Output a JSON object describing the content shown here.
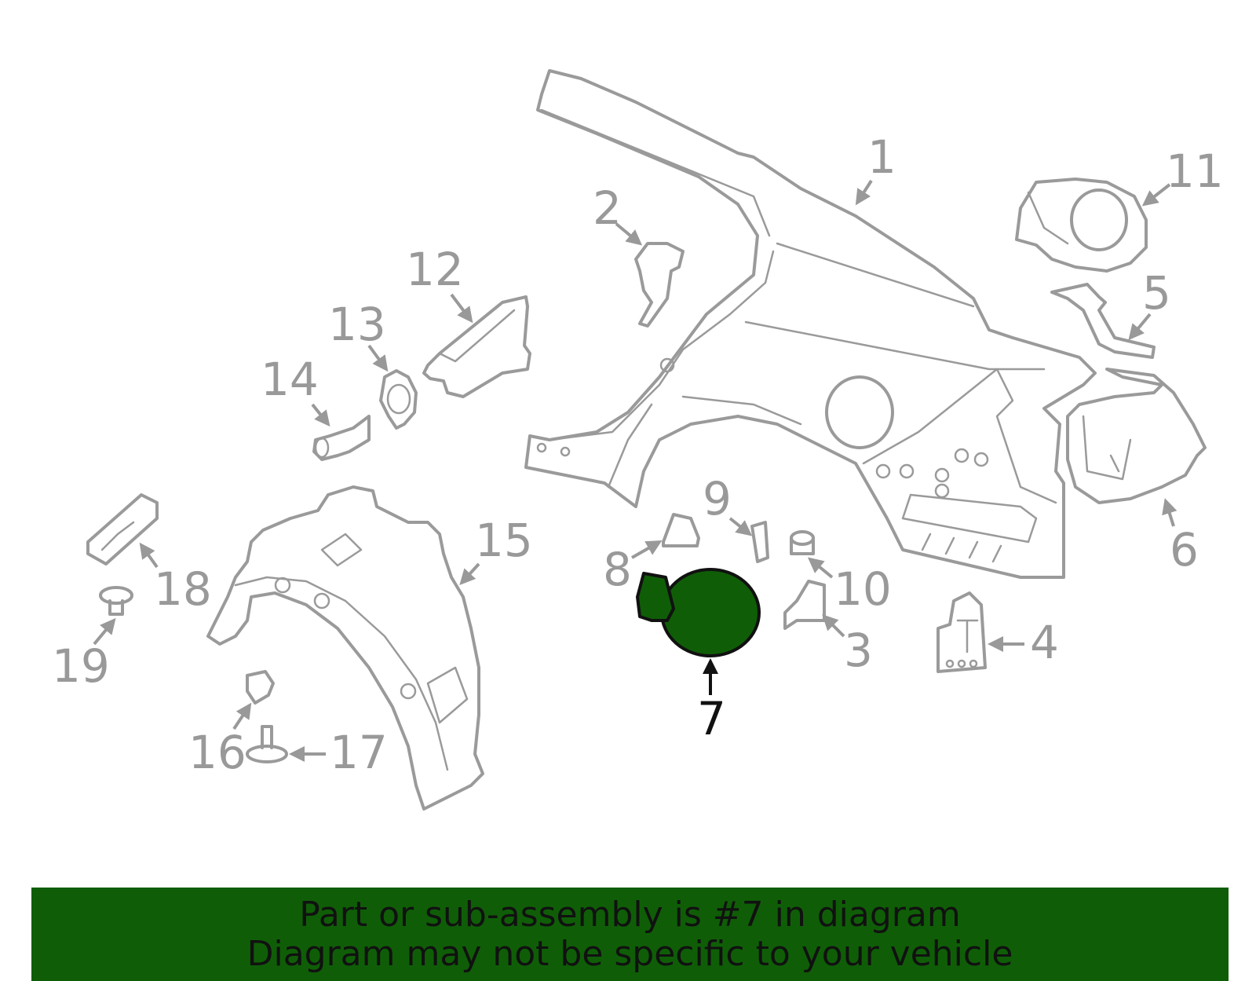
{
  "diagram": {
    "callouts": [
      {
        "id": "1",
        "label": "1"
      },
      {
        "id": "2",
        "label": "2"
      },
      {
        "id": "3",
        "label": "3"
      },
      {
        "id": "4",
        "label": "4"
      },
      {
        "id": "5",
        "label": "5"
      },
      {
        "id": "6",
        "label": "6"
      },
      {
        "id": "7",
        "label": "7"
      },
      {
        "id": "8",
        "label": "8"
      },
      {
        "id": "9",
        "label": "9"
      },
      {
        "id": "10",
        "label": "10"
      },
      {
        "id": "11",
        "label": "11"
      },
      {
        "id": "12",
        "label": "12"
      },
      {
        "id": "13",
        "label": "13"
      },
      {
        "id": "14",
        "label": "14"
      },
      {
        "id": "15",
        "label": "15"
      },
      {
        "id": "16",
        "label": "16"
      },
      {
        "id": "17",
        "label": "17"
      },
      {
        "id": "18",
        "label": "18"
      },
      {
        "id": "19",
        "label": "19"
      }
    ],
    "highlighted_part": "7",
    "highlight_color": "#0f5e07",
    "part_line_color": "#9a9a9a"
  },
  "banner": {
    "line1": "Part or sub-assembly is #7 in diagram",
    "line2": "Diagram may not be specific to your vehicle",
    "background_color": "#0f5e07"
  }
}
